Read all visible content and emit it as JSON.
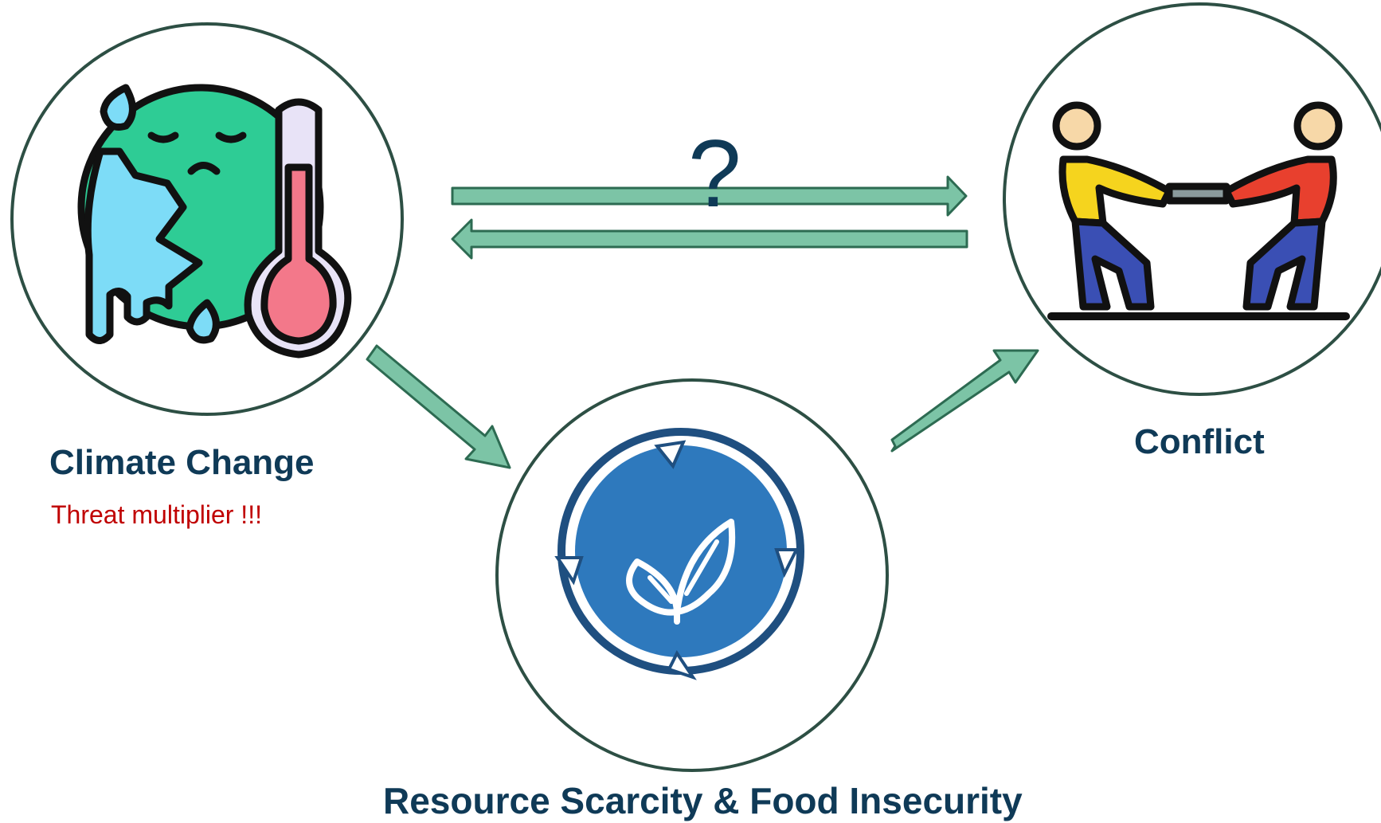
{
  "nodes": {
    "climate": {
      "title": "Climate Change",
      "subtitle": "Threat multiplier !!!"
    },
    "conflict": {
      "title": "Conflict"
    },
    "resource": {
      "title": "Resource Scarcity & Food Insecurity"
    }
  },
  "link_label": "?",
  "icons": {
    "climate": "melting-earth-thermometer-icon",
    "conflict": "tug-of-war-icon",
    "resource": "sustainability-leaf-cycle-icon"
  },
  "colors": {
    "circle_stroke": "#2d4f44",
    "arrow_fill": "#7cc4a6",
    "arrow_stroke": "#2d6b52",
    "title_text": "#0f3a57",
    "subtitle_text": "#c00000",
    "resource_icon_blue": "#2e79bd"
  }
}
